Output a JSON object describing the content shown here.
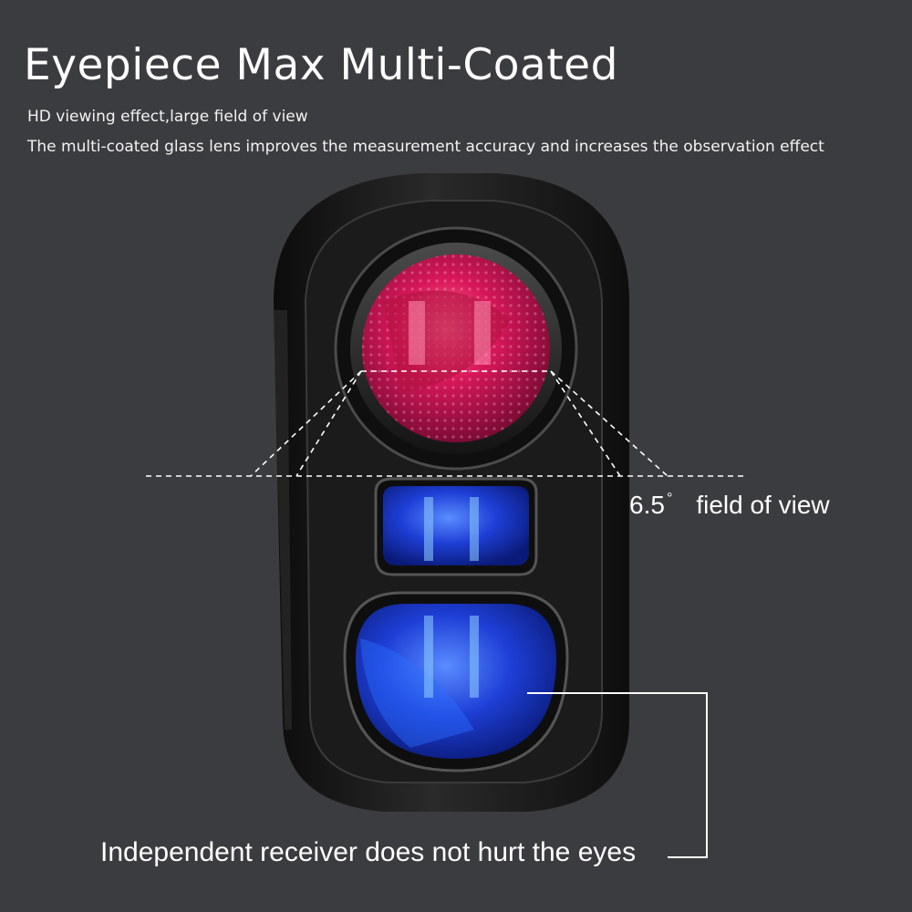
{
  "header": {
    "title": "Eyepiece Max Multi-Coated",
    "subtitle_1": "HD viewing effect,large field of view",
    "subtitle_2": "The multi-coated glass lens improves the measurement accuracy and increases the observation effect"
  },
  "callouts": {
    "fov_value": "6.5",
    "fov_degree": "°",
    "fov_label": "field of view",
    "receiver_caption": "Independent receiver does not hurt the eyes"
  },
  "colors": {
    "background": "#3b3c3f",
    "text": "#ffffff",
    "eyepiece_lens": "#d41a5a",
    "receiver_lens": "#1f3fd0",
    "body": "#151515"
  }
}
